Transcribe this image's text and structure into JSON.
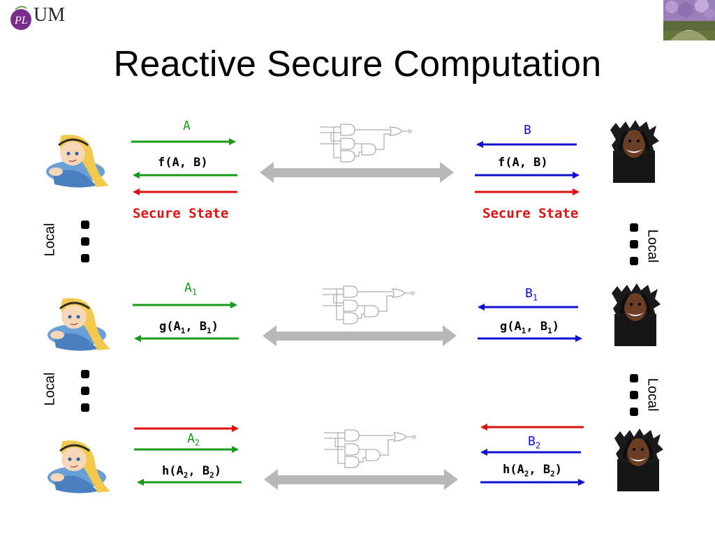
{
  "slide": {
    "title": "Reactive Secure Computation",
    "logo_text": "UM",
    "logo_mark": "PL"
  },
  "colors": {
    "green": "#1a9a1a",
    "blue": "#1010d0",
    "red": "#e01010",
    "gray": "#b8b8b8",
    "black": "#000000"
  },
  "rounds": [
    {
      "alice_input": "A",
      "bob_input": "B",
      "output": "f(A, B)",
      "state_label": "Secure State"
    },
    {
      "alice_input": "A",
      "alice_input_sub": "1",
      "bob_input": "B",
      "bob_input_sub": "1",
      "output": {
        "fn": "g(A",
        "sub_a": "1",
        "mid": ", B",
        "sub_b": "1",
        "end": ")"
      }
    },
    {
      "alice_input": "A",
      "alice_input_sub": "2",
      "bob_input": "B",
      "bob_input_sub": "2",
      "output": {
        "fn": "h(A",
        "sub_a": "2",
        "mid": ", B",
        "sub_b": "2",
        "end": ")"
      }
    }
  ],
  "local_label": "Local",
  "icons": [
    "alice-icon",
    "bob-icon",
    "circuit-icon",
    "ellipsis-icon",
    "logo-icon",
    "wisteria-photo-icon"
  ]
}
